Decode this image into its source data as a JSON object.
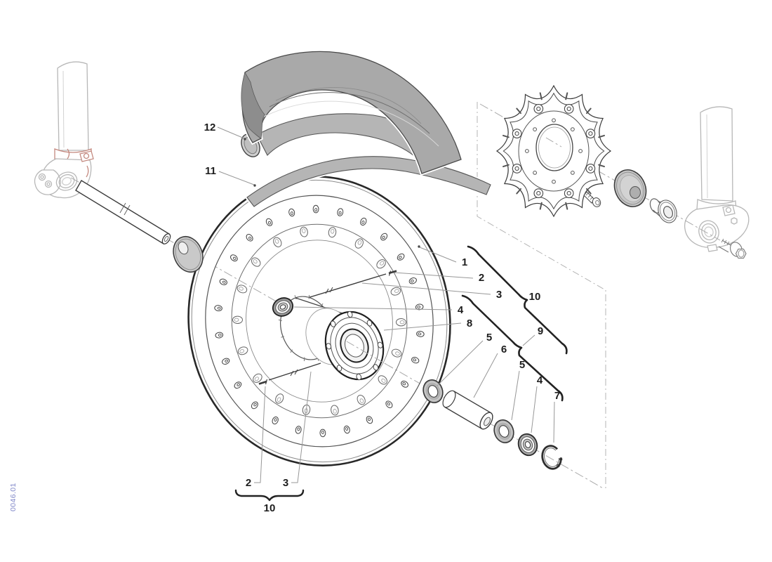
{
  "sheet": {
    "code": "0046.01"
  },
  "colors": {
    "ink": "#2a2a2a",
    "light_gray_part": "#b7b7b7",
    "fill_gray": "#a9a9a9",
    "leader": "#979797",
    "accent_red": "#c4897f",
    "code_blue": "#8289c9",
    "brace": "#222222"
  },
  "callouts": [
    {
      "id": "tire",
      "label": "12"
    },
    {
      "id": "rim-strip",
      "label": "11"
    },
    {
      "id": "rim",
      "label": "1"
    },
    {
      "id": "nipple-upper",
      "label": "2"
    },
    {
      "id": "spoke-upper",
      "label": "3"
    },
    {
      "id": "bearing-left",
      "label": "4"
    },
    {
      "id": "hub",
      "label": "8"
    },
    {
      "id": "seal-left",
      "label": "5"
    },
    {
      "id": "spacer",
      "label": "6"
    },
    {
      "id": "wheel-group",
      "label": "10"
    },
    {
      "id": "hub-group",
      "label": "9"
    },
    {
      "id": "seal-right",
      "label": "5"
    },
    {
      "id": "bearing-right",
      "label": "4"
    },
    {
      "id": "circlip",
      "label": "7"
    },
    {
      "id": "nipple-lower",
      "label": "2"
    },
    {
      "id": "spoke-lower",
      "label": "3"
    },
    {
      "id": "spoke-set",
      "label": "10"
    }
  ]
}
